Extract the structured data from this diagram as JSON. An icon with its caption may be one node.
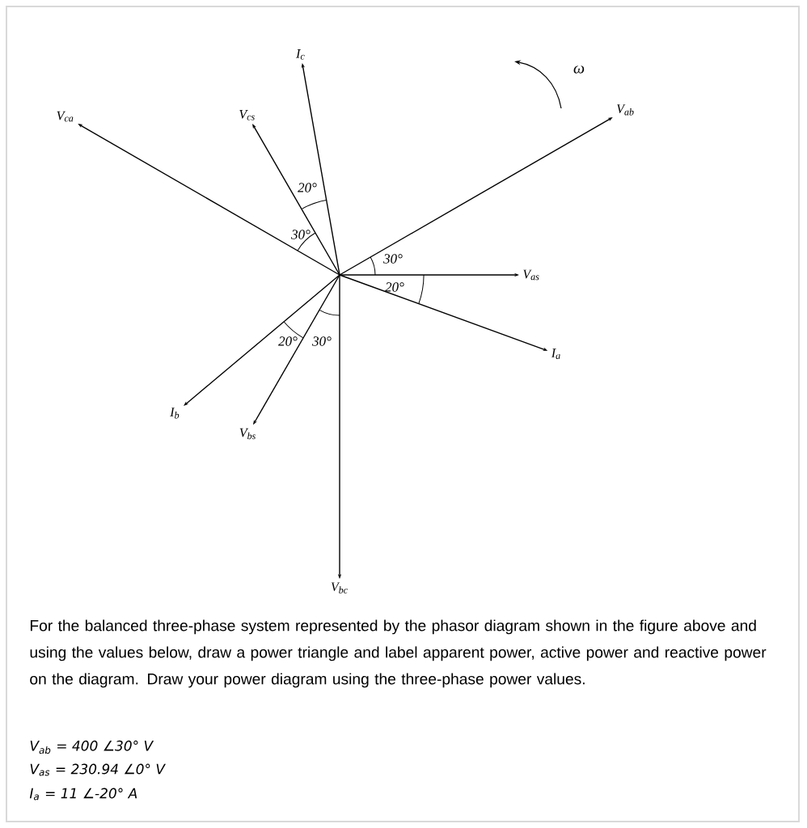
{
  "diagram": {
    "nodes": [
      {
        "text": [
          "I$_{c}$"
        ]
      },
      {
        "text": [
          "V$_{cs}$"
        ]
      },
      {
        "text": [
          "V$_{ca}$"
        ]
      },
      {
        "text": [
          "V$_{ab}$"
        ]
      },
      {
        "text": [
          "V$_{as}$"
        ]
      },
      {
        "text": [
          "I$_{a}$"
        ]
      },
      {
        "text": [
          "I$_{b}$"
        ]
      },
      {
        "text": [
          "V$_{bs}$"
        ]
      },
      {
        "text": [
          "V$_{bc}$"
        ]
      }
    ],
    "edges": [
      {
        "from": null,
        "to": 0,
        "arrow": "to"
      },
      {
        "from": null,
        "to": 1,
        "arrow": "to"
      },
      {
        "from": null,
        "to": 2,
        "arrow": "to"
      },
      {
        "from": null,
        "to": 3,
        "arrow": "to"
      },
      {
        "from": null,
        "to": 4,
        "arrow": "to"
      },
      {
        "from": null,
        "to": 5,
        "arrow": "to"
      },
      {
        "from": null,
        "to": 6,
        "arrow": "to"
      },
      {
        "from": null,
        "to": 7,
        "arrow": "to"
      },
      {
        "from": null,
        "to": 8,
        "arrow": "to"
      }
    ],
    "labels": [
      "20°",
      "30°",
      "30°",
      "20°",
      "20°",
      "30°",
      "ω",
      "For the balanced three-phase system represented by the phasor diagram shown in the figure above and using the values below, draw a power triangle and label apparent power, active power and reactive power on the diagram. Draw your power diagram using the three-phase power values.",
      "V$_{ab}$ = 400 ∠30° V",
      "V$_{as}$ = 230.94 ∠0° V",
      "I$_{a}$ = 11 ∠-20° A"
    ]
  }
}
